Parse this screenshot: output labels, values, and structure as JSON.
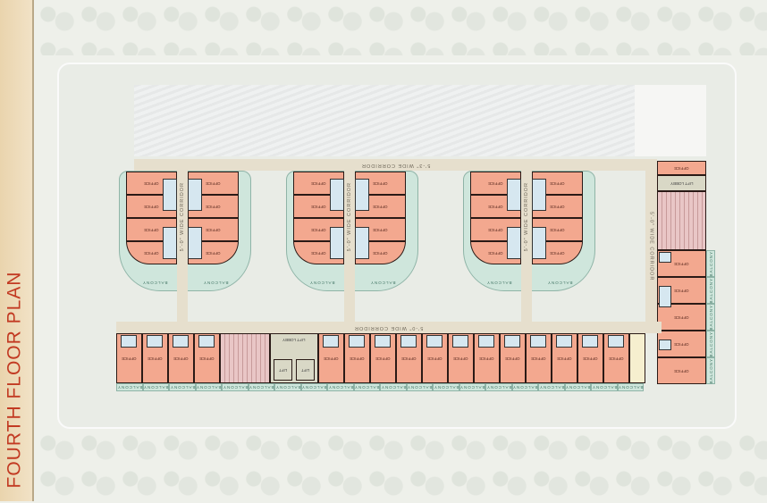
{
  "title": "FOURTH FLOOR PLAN",
  "labels": {
    "top_corridor": "5'-3\" WIDE CORRIDOR",
    "pod_corridor": "5'-0\" WIDE CORRIDOR",
    "bottom_corridor": "5'-0\" WIDE CORRIDOR",
    "right_corridor": "5'-0\" WIDE CORRIDOR",
    "balcony": "BALCONY",
    "unit": "OFFICE",
    "lift": "LIFT",
    "lobby": "LIFT LOBBY"
  },
  "colors": {
    "unit": "#f3a88f",
    "balcony": "#cfe6dc",
    "corridor": "#e6dfcd",
    "stair": "#e9c6c6",
    "title": "#c23a22"
  }
}
